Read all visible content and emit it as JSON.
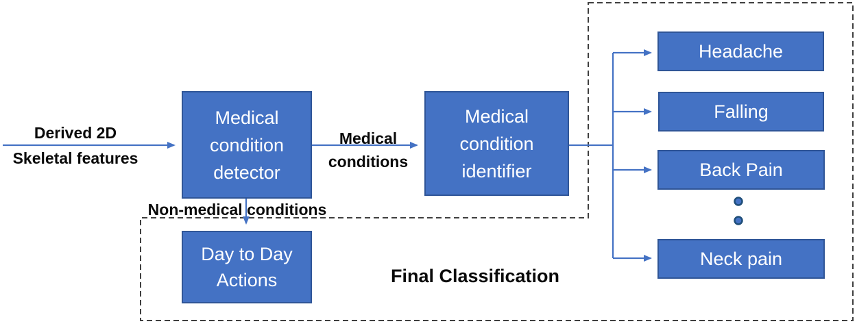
{
  "diagram": {
    "colors": {
      "node_fill": "#4472C4",
      "node_border": "#2F5597",
      "arrow": "#4472C4",
      "dashed_border": "#3F3F3F",
      "node_text": "#FFFFFF",
      "label_text": "#0A0A0A",
      "dot_fill": "#4472C4",
      "dot_ring": "#1F4E79"
    },
    "nodes": {
      "detector": {
        "lines": [
          "Medical",
          "condition",
          "detector"
        ]
      },
      "identifier": {
        "lines": [
          "Medical",
          "condition",
          "identifier"
        ]
      },
      "day_to_day": {
        "lines": [
          "Day to Day",
          "Actions"
        ]
      },
      "outcomes": [
        "Headache",
        "Falling",
        "Back Pain",
        "Neck pain"
      ]
    },
    "labels": {
      "input": {
        "line1": "Derived 2D",
        "line2": "Skeletal features"
      },
      "medical": {
        "line1": "Medical",
        "line2": "conditions"
      },
      "non_medical": "Non-medical conditions",
      "final_classification": "Final Classification"
    }
  }
}
